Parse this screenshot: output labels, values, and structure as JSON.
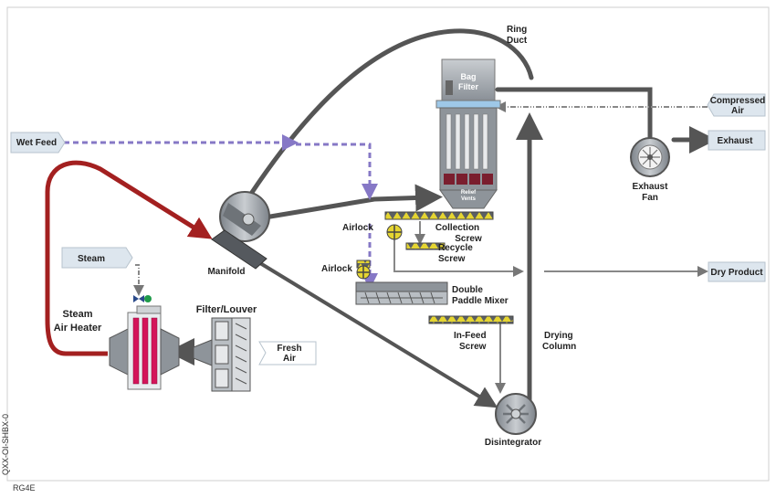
{
  "labels": {
    "ring_duct": [
      "Ring",
      "Duct"
    ],
    "bag_filter": [
      "Bag",
      "Filter"
    ],
    "relief_vents": [
      "Relief",
      "Vents"
    ],
    "compressed_air": [
      "Compressed",
      "Air"
    ],
    "exhaust": "Exhaust",
    "exhaust_fan": [
      "Exhaust",
      "Fan"
    ],
    "wet_feed": "Wet Feed",
    "airlock_1": "Airlock",
    "airlock_2": "Airlock",
    "collection_screw": [
      "Collection",
      "Screw"
    ],
    "recycle_screw": [
      "Recycle",
      "Screw"
    ],
    "dry_product": "Dry Product",
    "double_paddle_mixer": [
      "Double",
      "Paddle Mixer"
    ],
    "steam": "Steam",
    "manifold": "Manifold",
    "steam_air_heater": [
      "Steam",
      "Air Heater"
    ],
    "filter_louver": "Filter/Louver",
    "fresh_air": [
      "Fresh",
      "Air"
    ],
    "in_feed_screw": [
      "In-Feed",
      "Screw"
    ],
    "drying_column": [
      "Drying",
      "Column"
    ],
    "disintegrator": "Disintegrator"
  },
  "ids": {
    "side_code": "QXX-OI-SHBX-0",
    "corner_code": "RG4E"
  },
  "colors": {
    "duct": "#555555",
    "hot_air": "#a32020",
    "feed_dashed": "#8678c6",
    "equipment": "#9aa0a6",
    "tag_fill": "#dde6ee",
    "screw_yellow": "#e5d531",
    "heater_coil": "#d4145a",
    "vent_red": "#7a1e2e"
  },
  "icons": {
    "fan": "fan-icon",
    "airlock": "airlock-icon",
    "valve": "valve-icon"
  }
}
